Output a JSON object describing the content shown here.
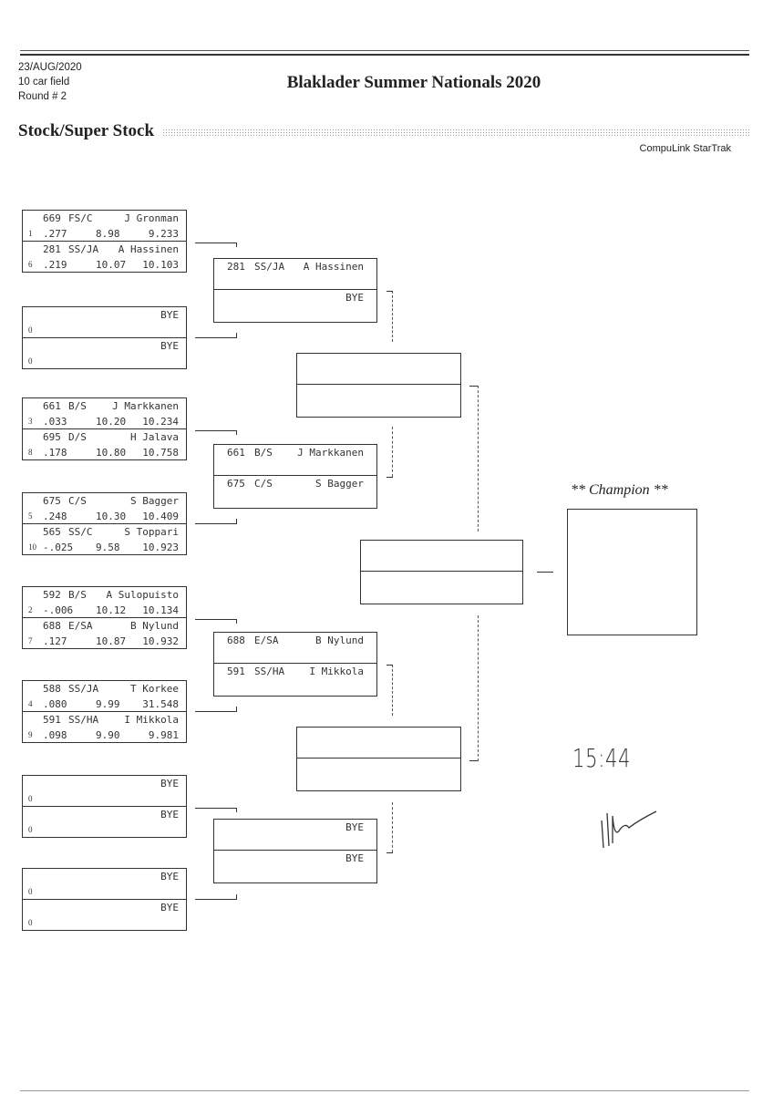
{
  "header": {
    "date": "23/AUG/2020",
    "field": "10 car field",
    "round": "Round # 2",
    "title": "Blaklader Summer Nationals 2020",
    "category": "Stock/Super Stock",
    "software": "CompuLink StarTrak"
  },
  "round1": [
    {
      "a": {
        "seed": "1",
        "car": "669",
        "class": "FS/C",
        "driver": "J Gronman",
        "rt": ".277",
        "dial": "8.98",
        "et": "9.233"
      },
      "b": {
        "seed": "6",
        "car": "281",
        "class": "SS/JA",
        "driver": "A Hassinen",
        "rt": ".219",
        "dial": "10.07",
        "et": "10.103"
      }
    },
    {
      "a": {
        "seed": "0",
        "driver": "BYE"
      },
      "b": {
        "seed": "0",
        "driver": "BYE"
      }
    },
    {
      "a": {
        "seed": "3",
        "car": "661",
        "class": "B/S",
        "driver": "J Markkanen",
        "rt": ".033",
        "dial": "10.20",
        "et": "10.234"
      },
      "b": {
        "seed": "8",
        "car": "695",
        "class": "D/S",
        "driver": "H Jalava",
        "rt": ".178",
        "dial": "10.80",
        "et": "10.758"
      }
    },
    {
      "a": {
        "seed": "5",
        "car": "675",
        "class": "C/S",
        "driver": "S Bagger",
        "rt": ".248",
        "dial": "10.30",
        "et": "10.409"
      },
      "b": {
        "seed": "10",
        "car": "565",
        "class": "SS/C",
        "driver": "S Toppari",
        "rt": "-.025",
        "dial": "9.58",
        "et": "10.923"
      }
    },
    {
      "a": {
        "seed": "2",
        "car": "592",
        "class": "B/S",
        "driver": "A Sulopuisto",
        "rt": "-.006",
        "dial": "10.12",
        "et": "10.134"
      },
      "b": {
        "seed": "7",
        "car": "688",
        "class": "E/SA",
        "driver": "B Nylund",
        "rt": ".127",
        "dial": "10.87",
        "et": "10.932"
      }
    },
    {
      "a": {
        "seed": "4",
        "car": "588",
        "class": "SS/JA",
        "driver": "T Korkee",
        "rt": ".080",
        "dial": "9.99",
        "et": "31.548"
      },
      "b": {
        "seed": "9",
        "car": "591",
        "class": "SS/HA",
        "driver": "I Mikkola",
        "rt": ".098",
        "dial": "9.90",
        "et": "9.981"
      }
    },
    {
      "a": {
        "seed": "0",
        "driver": "BYE"
      },
      "b": {
        "seed": "0",
        "driver": "BYE"
      }
    },
    {
      "a": {
        "seed": "0",
        "driver": "BYE"
      },
      "b": {
        "seed": "0",
        "driver": "BYE"
      }
    }
  ],
  "round2": [
    {
      "a": {
        "car": "281",
        "class": "SS/JA",
        "driver": "A Hassinen"
      },
      "b": {
        "driver": "BYE"
      }
    },
    {
      "a": {
        "car": "661",
        "class": "B/S",
        "driver": "J Markkanen"
      },
      "b": {
        "car": "675",
        "class": "C/S",
        "driver": "S Bagger"
      }
    },
    {
      "a": {
        "car": "688",
        "class": "E/SA",
        "driver": "B Nylund"
      },
      "b": {
        "car": "591",
        "class": "SS/HA",
        "driver": "I Mikkola"
      }
    },
    {
      "a": {
        "driver": "BYE"
      },
      "b": {
        "driver": "BYE"
      }
    }
  ],
  "champion": {
    "label": "** Champion **"
  },
  "handwritten": {
    "time": "15:44"
  }
}
